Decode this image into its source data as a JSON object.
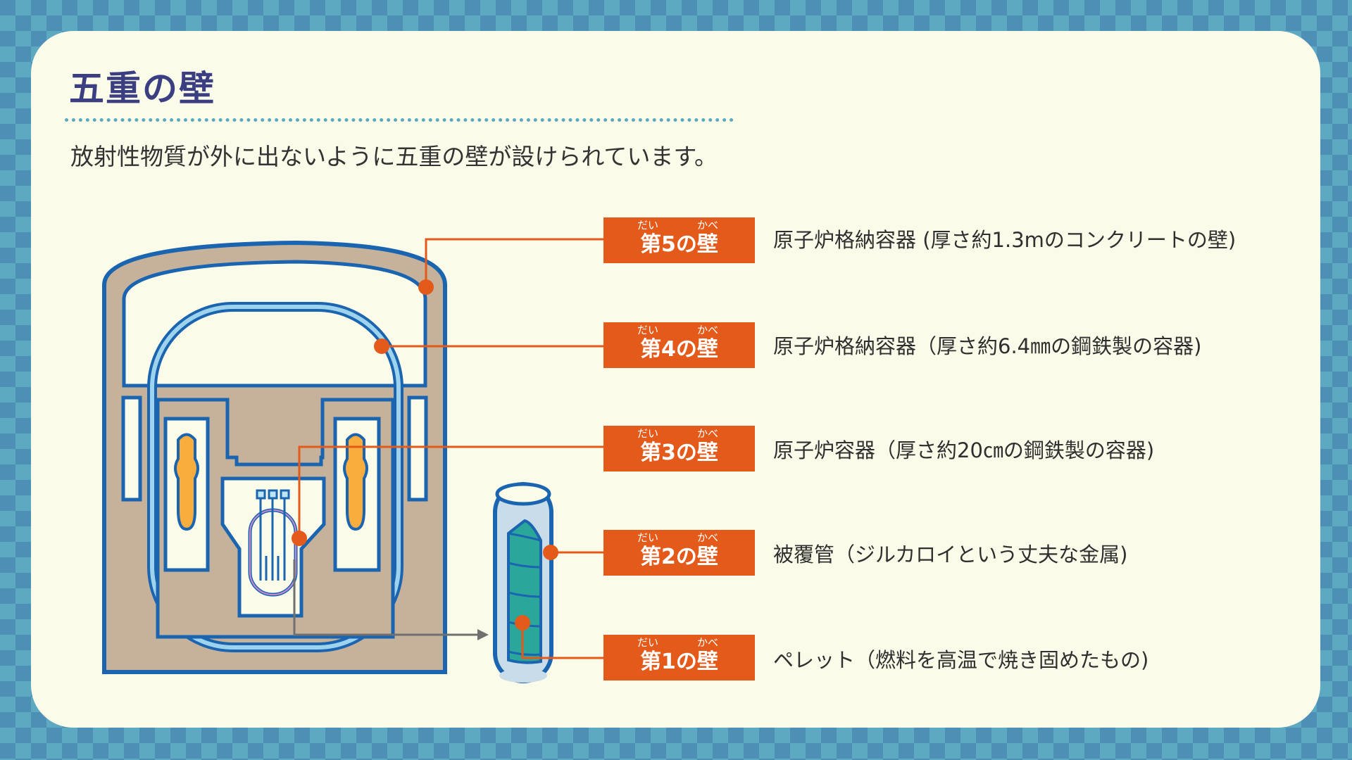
{
  "title": "五重の壁",
  "subtitle": "放射性物質が外に出ないように五重の壁が設けられています。",
  "colors": {
    "accent": "#e35a1a",
    "title": "#3b3f82",
    "card": "#fbfbe9",
    "concrete": "#c6b29b",
    "steel_blue": "#1a64b0",
    "fuel_rod": "#2aa79a"
  },
  "walls": [
    {
      "ruby_left": "だい",
      "ruby_right": "かべ",
      "label": "第5の壁",
      "description": "原子炉格納容器 (厚さ約1.3mのコンクリートの壁)"
    },
    {
      "ruby_left": "だい",
      "ruby_right": "かべ",
      "label": "第4の壁",
      "description": "原子炉格納容器（厚さ約6.4㎜の鋼鉄製の容器)"
    },
    {
      "ruby_left": "だい",
      "ruby_right": "かべ",
      "label": "第3の壁",
      "description": "原子炉容器（厚さ約20㎝の鋼鉄製の容器)"
    },
    {
      "ruby_left": "だい",
      "ruby_right": "かべ",
      "label": "第2の壁",
      "description": "被覆管（ジルカロイという丈夫な金属)"
    },
    {
      "ruby_left": "だい",
      "ruby_right": "かべ",
      "label": "第1の壁",
      "description": "ペレット（燃料を高温で焼き固めたもの)"
    }
  ]
}
